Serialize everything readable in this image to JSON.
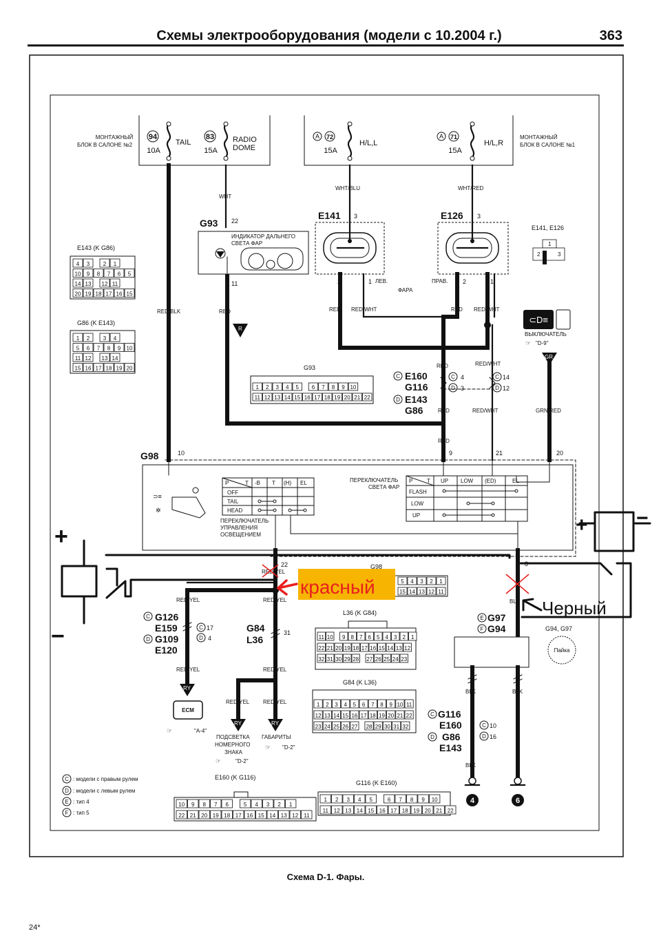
{
  "header": {
    "title": "Схемы электрооборудования (модели с 10.2004 г.)",
    "page_number": "363"
  },
  "fuse_blocks": {
    "left": {
      "caption_line1": "МОНТАЖНЫЙ",
      "caption_line2": "БЛОК В САЛОНЕ №2",
      "fuses": [
        {
          "number": "94",
          "rating": "10A",
          "name": "TAIL"
        },
        {
          "number": "83",
          "rating": "15A",
          "name_line1": "RADIO",
          "name_line2": "DOME"
        }
      ]
    },
    "right": {
      "caption_line1": "МОНТАЖНЫЙ",
      "caption_line2": "БЛОК В САЛОНЕ №1",
      "fuses": [
        {
          "prefix": "A",
          "number": "72",
          "rating": "15A",
          "name": "H/L,L"
        },
        {
          "prefix": "A",
          "number": "71",
          "rating": "15A",
          "name": "H/L,R"
        }
      ]
    }
  },
  "wires": {
    "wht": "WHT",
    "wht_blu": "WHT/BLU",
    "wht_red": "WHT/RED",
    "red_blk": "RED/BLK",
    "red": "RED",
    "red_wht": "RED/WHT",
    "grn_red": "GRN/RED",
    "red_yel": "RED/YEL",
    "blk": "BLK"
  },
  "components": {
    "g93": {
      "id": "G93",
      "pin_top": "22",
      "pin_bottom": "11",
      "label_line1": "ИНДИКАТОР ДАЛЬНЕГО",
      "label_line2": "СВЕТА ФАР"
    },
    "e141": {
      "id": "E141",
      "pin_top": "3",
      "pin_l": "2",
      "pin_r": "1",
      "side": "ЛЕВ."
    },
    "e126": {
      "id": "E126",
      "pin_top": "3",
      "pin_l": "2",
      "pin_r": "1",
      "side": "ПРАВ."
    },
    "headlamp_label": "ФАРА",
    "e141_e126_title": "E141, E126",
    "e141_e126_pins": [
      "1",
      "2",
      "3"
    ],
    "switch_label": "ВЫКЛЮЧАТЕЛЬ",
    "switch_ref": "\"D-9\"",
    "gr_label": "GR",
    "r_label": "R"
  },
  "connectors": {
    "e143": {
      "title": "E143 (K G86)",
      "rows": [
        [
          "4",
          "3",
          "",
          "2",
          "1"
        ],
        [
          "10",
          "9",
          "8",
          "7",
          "6",
          "5"
        ],
        [
          "14",
          "13",
          "",
          "12",
          "11"
        ],
        [
          "20",
          "19",
          "18",
          "17",
          "16",
          "15"
        ]
      ]
    },
    "g86": {
      "title": "G86 (K E143)",
      "rows": [
        [
          "1",
          "2",
          "",
          "3",
          "4"
        ],
        [
          "5",
          "6",
          "7",
          "8",
          "9",
          "10"
        ],
        [
          "11",
          "12",
          "",
          "13",
          "14"
        ],
        [
          "15",
          "16",
          "17",
          "18",
          "19",
          "20"
        ]
      ]
    },
    "g93c": {
      "title": "G93",
      "top": [
        "1",
        "2",
        "3",
        "4",
        "5",
        "",
        "6",
        "7",
        "8",
        "9",
        "10"
      ],
      "bottom": [
        "11",
        "12",
        "13",
        "14",
        "15",
        "16",
        "17",
        "18",
        "19",
        "20",
        "21",
        "22"
      ]
    },
    "g98c": {
      "title": "G98",
      "top": [
        "5",
        "4",
        "3",
        "2",
        "1"
      ],
      "bottom": [
        "15",
        "14",
        "13",
        "12",
        "11"
      ]
    },
    "l36": {
      "title": "L36 (K G84)",
      "rows": [
        [
          "11",
          "10",
          "",
          "9",
          "8",
          "7",
          "6",
          "5",
          "4",
          "3",
          "2",
          "1"
        ],
        [
          "22",
          "21",
          "20",
          "19",
          "18",
          "17",
          "16",
          "15",
          "14",
          "13",
          "12"
        ],
        [
          "32",
          "31",
          "30",
          "29",
          "28",
          "",
          "27",
          "26",
          "25",
          "24",
          "23"
        ]
      ]
    },
    "g84": {
      "title": "G84 (K L36)",
      "rows": [
        [
          "1",
          "2",
          "3",
          "4",
          "5",
          "6",
          "7",
          "8",
          "9",
          "10",
          "11"
        ],
        [
          "12",
          "13",
          "14",
          "15",
          "16",
          "17",
          "18",
          "19",
          "20",
          "21",
          "22"
        ],
        [
          "23",
          "24",
          "25",
          "26",
          "27",
          "",
          "28",
          "29",
          "30",
          "31",
          "32"
        ]
      ]
    },
    "e160": {
      "title": "E160 (K G116)",
      "top": [
        "10",
        "9",
        "8",
        "7",
        "6",
        "",
        "5",
        "4",
        "3",
        "2",
        "1"
      ],
      "bottom": [
        "22",
        "21",
        "20",
        "19",
        "18",
        "17",
        "16",
        "15",
        "14",
        "13",
        "12",
        "11"
      ]
    },
    "g116": {
      "title": "G116 (K E160)",
      "top": [
        "1",
        "2",
        "3",
        "4",
        "5",
        "",
        "6",
        "7",
        "8",
        "9",
        "10"
      ],
      "bottom": [
        "11",
        "12",
        "13",
        "14",
        "15",
        "16",
        "17",
        "18",
        "19",
        "20",
        "21",
        "22"
      ]
    }
  },
  "splice_labels": {
    "mid": {
      "c": "C",
      "d": "D",
      "l1": "E160",
      "l2": "G116",
      "l3": "E143",
      "l4": "G86",
      "red_c": "4",
      "red_d": "3",
      "wht_c": "14",
      "wht_d": "12"
    },
    "left": {
      "l1": "G126",
      "l2": "E159",
      "l3": "G109",
      "l4": "E120",
      "c": "17",
      "d": "4"
    },
    "g84l36": {
      "l1": "G84",
      "l2": "L36",
      "pin": "31"
    },
    "bottom_right": {
      "l1": "G116",
      "l2": "E160",
      "l3": "G86",
      "l4": "E143",
      "c": "10",
      "d": "16"
    },
    "ground_block": {
      "l1": "G97",
      "l2": "G94",
      "title": "G94, G97",
      "solder": "Пайка"
    }
  },
  "g98": {
    "id": "G98",
    "pins": {
      "p10": "10",
      "p9": "9",
      "p21": "21",
      "p20": "20",
      "p22": "22",
      "p8": "8"
    },
    "light_switch": {
      "header": [
        "P",
        "T",
        "-B",
        "T",
        "(H)",
        "EL"
      ],
      "rows": [
        "OFF",
        "TAIL",
        "HEAD"
      ],
      "label_line1": "ПЕРЕКЛЮЧАТЕЛЬ",
      "label_line2": "УПРАВЛЕНИЯ",
      "label_line3": "ОСВЕЩЕНИЕМ"
    },
    "beam_switch": {
      "label_line1": "ПЕРЕКЛЮЧАТЕЛЬ",
      "label_line2": "СВЕТА ФАР",
      "header": [
        "P",
        "T",
        "UP",
        "LOW",
        "(ED)",
        "EL"
      ],
      "rows": [
        "FLASH",
        "LOW",
        "UP"
      ]
    }
  },
  "outputs": {
    "ecm": "ECM",
    "ecm_ref": "\"A-4\"",
    "plate_line1": "ПОДСВЕТКА",
    "plate_line2": "НОМЕРНОГО",
    "plate_line3": "ЗНАКА",
    "plate_ref": "\"D-2\"",
    "parking": "ГАБАРИТЫ",
    "parking_ref": "\"D-2\"",
    "ry": "RY",
    "ground4": "4",
    "ground6": "6"
  },
  "legend": [
    {
      "sym": "C",
      "text": ": модели с правым рулем"
    },
    {
      "sym": "D",
      "text": ": модели с левым рулем"
    },
    {
      "sym": "E",
      "text": ": тип 4"
    },
    {
      "sym": "F",
      "text": ": тип 5"
    }
  ],
  "annotations": {
    "red_note": "красный",
    "black_note": "Черный",
    "plus": "+",
    "minus": "−"
  },
  "caption": "Схема D-1. Фары.",
  "footer_mark": "24*",
  "colors": {
    "marker_red": "#e8201e",
    "highlight": "#f7b400",
    "ink": "#111111"
  }
}
